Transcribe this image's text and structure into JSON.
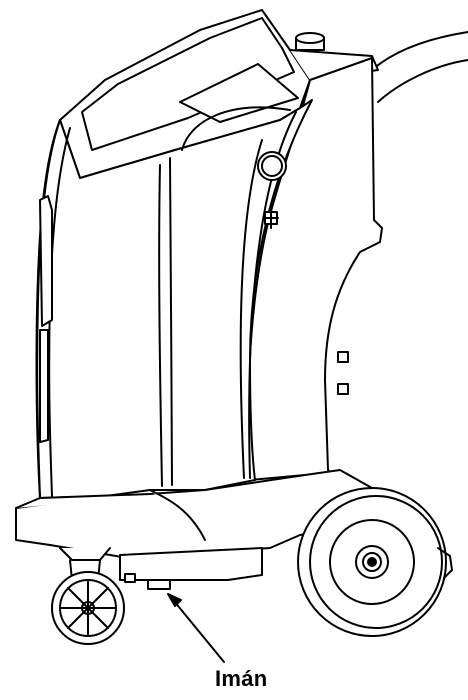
{
  "callout": {
    "label": "Imán"
  },
  "colors": {
    "line": "#000000",
    "fill": "#ffffff",
    "shade": "#e6e6e6"
  },
  "icons": [
    "refrigerant-service-machine-illustration",
    "magnet-pointer-arrow"
  ]
}
